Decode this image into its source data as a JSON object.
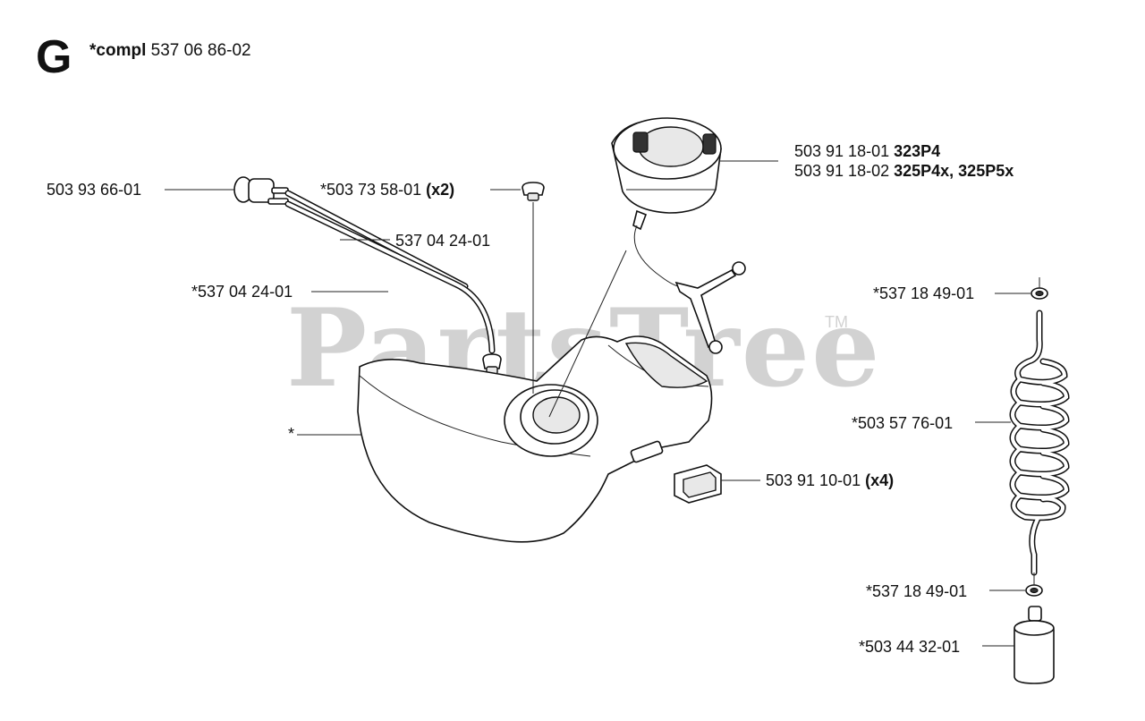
{
  "header": {
    "section_letter": "G",
    "compl_prefix": "*compl",
    "compl_number": "537 06 86-02"
  },
  "watermark": {
    "text": "PartsTree",
    "tm": "TM"
  },
  "labels": {
    "primer_bulb": "503 93 66-01",
    "grommet_num": "*503 73 58-01",
    "grommet_qty": "(x2)",
    "hose_upper": "537 04 24-01",
    "hose_lower": "*537 04 24-01",
    "tank": "*",
    "cap_1_num": "503 91 18-01",
    "cap_1_model": "323P4",
    "cap_2_num": "503 91 18-02",
    "cap_2_model": "325P4x, 325P5x",
    "damper_num": "503 91 10-01",
    "damper_qty": "(x4)",
    "oring_top": "*537 18 49-01",
    "fuel_line": "*503 57 76-01",
    "oring_bottom": "*537 18 49-01",
    "filter": "*503 44 32-01"
  }
}
